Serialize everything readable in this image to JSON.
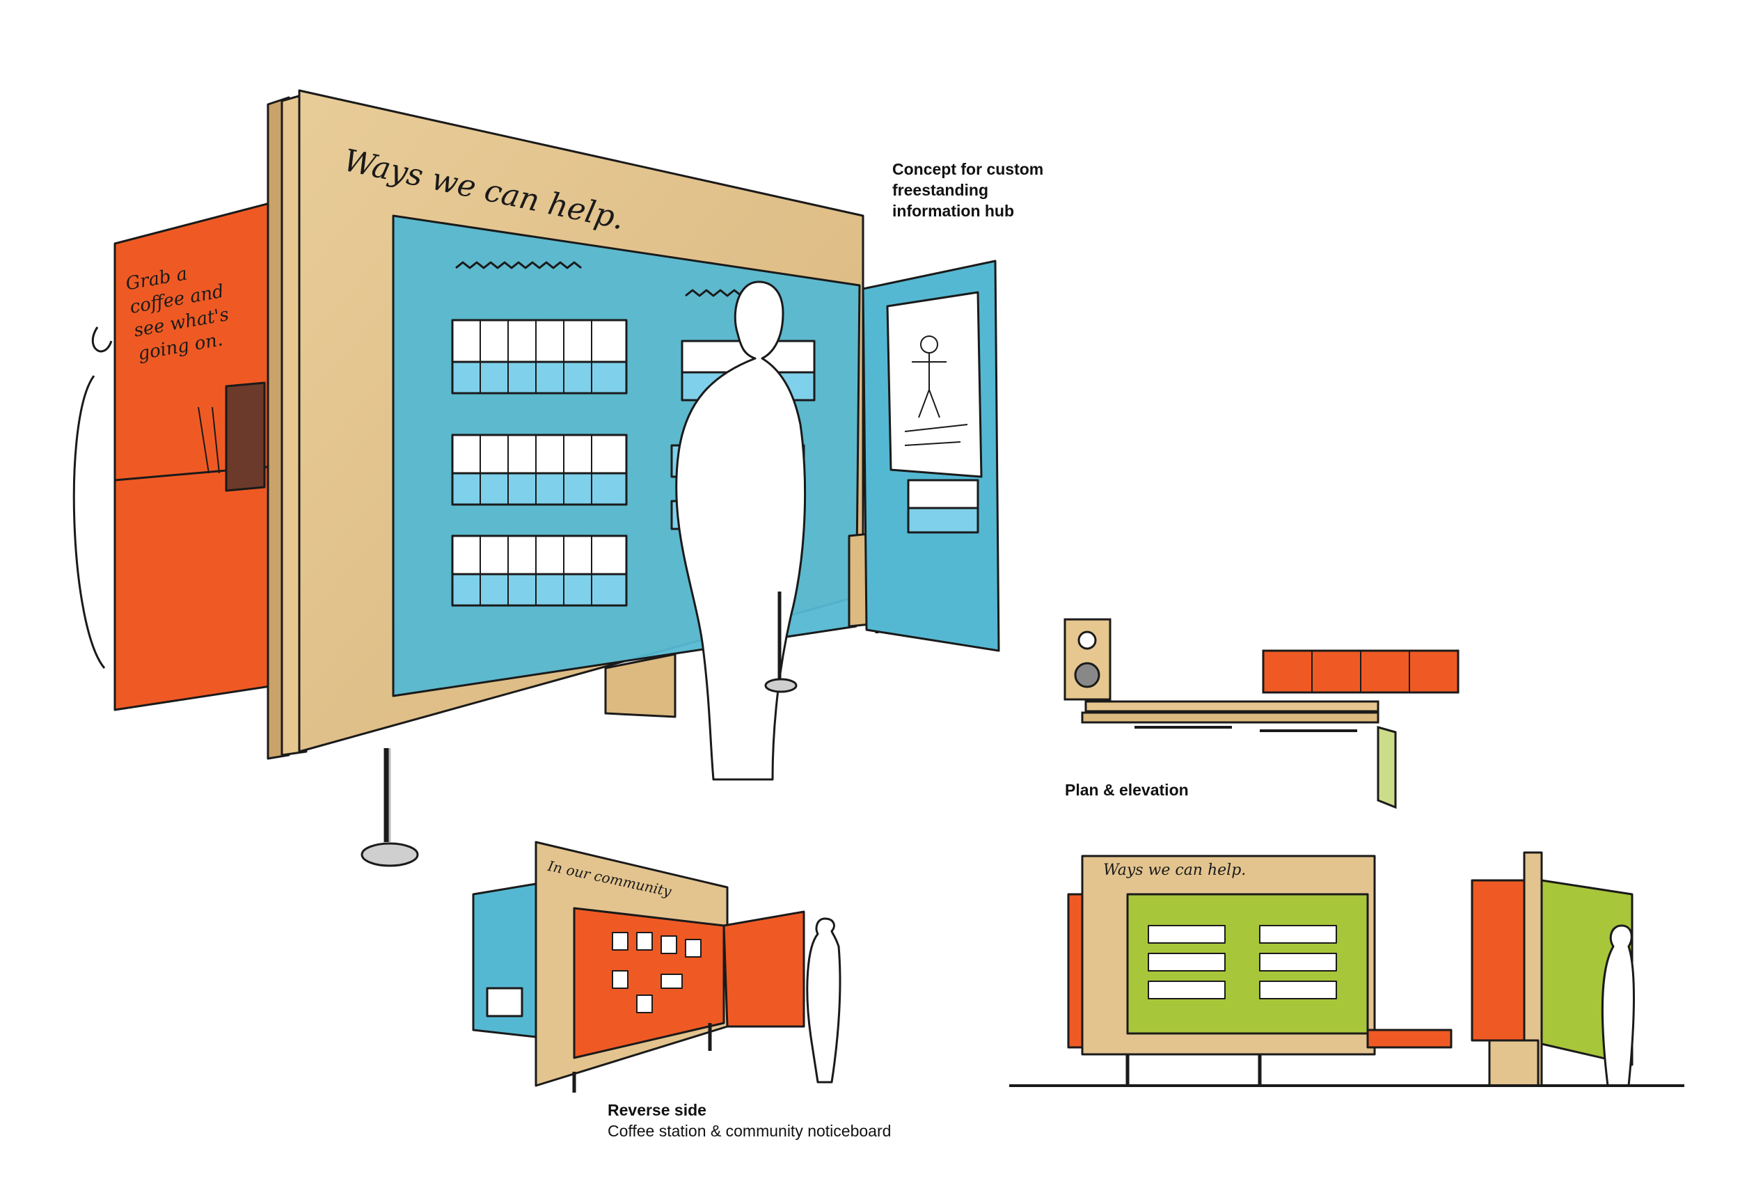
{
  "captions": {
    "concept": [
      "Concept for custom",
      "freestanding",
      "information hub"
    ],
    "plan": "Plan & elevation",
    "reverse_title": "Reverse side",
    "reverse_subtitle": "Coffee station & community noticeboard"
  },
  "handwriting": {
    "main_header": "Ways we can help.",
    "coffee_note": [
      "Grab a",
      "coffee and",
      "see what's",
      "going on."
    ],
    "reverse_header": "In our community",
    "elevation_header": "Ways we can help."
  },
  "colors": {
    "wood": "#e3c48f",
    "teal": "#55b8d2",
    "orange": "#ef5a24",
    "green": "#a8c63a",
    "ink": "#1a1a1a"
  }
}
